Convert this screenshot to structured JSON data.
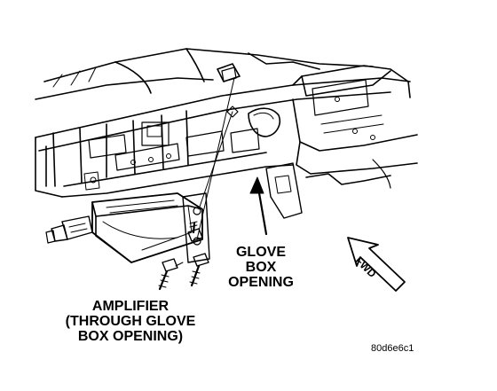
{
  "diagram": {
    "labels": {
      "glove_box": [
        "GLOVE",
        "BOX",
        "OPENING"
      ],
      "amplifier": [
        "AMPLIFIER",
        "(THROUGH GLOVE",
        "BOX OPENING)"
      ],
      "fwd": "FWD"
    },
    "figure_code": "80d6e6c1"
  }
}
